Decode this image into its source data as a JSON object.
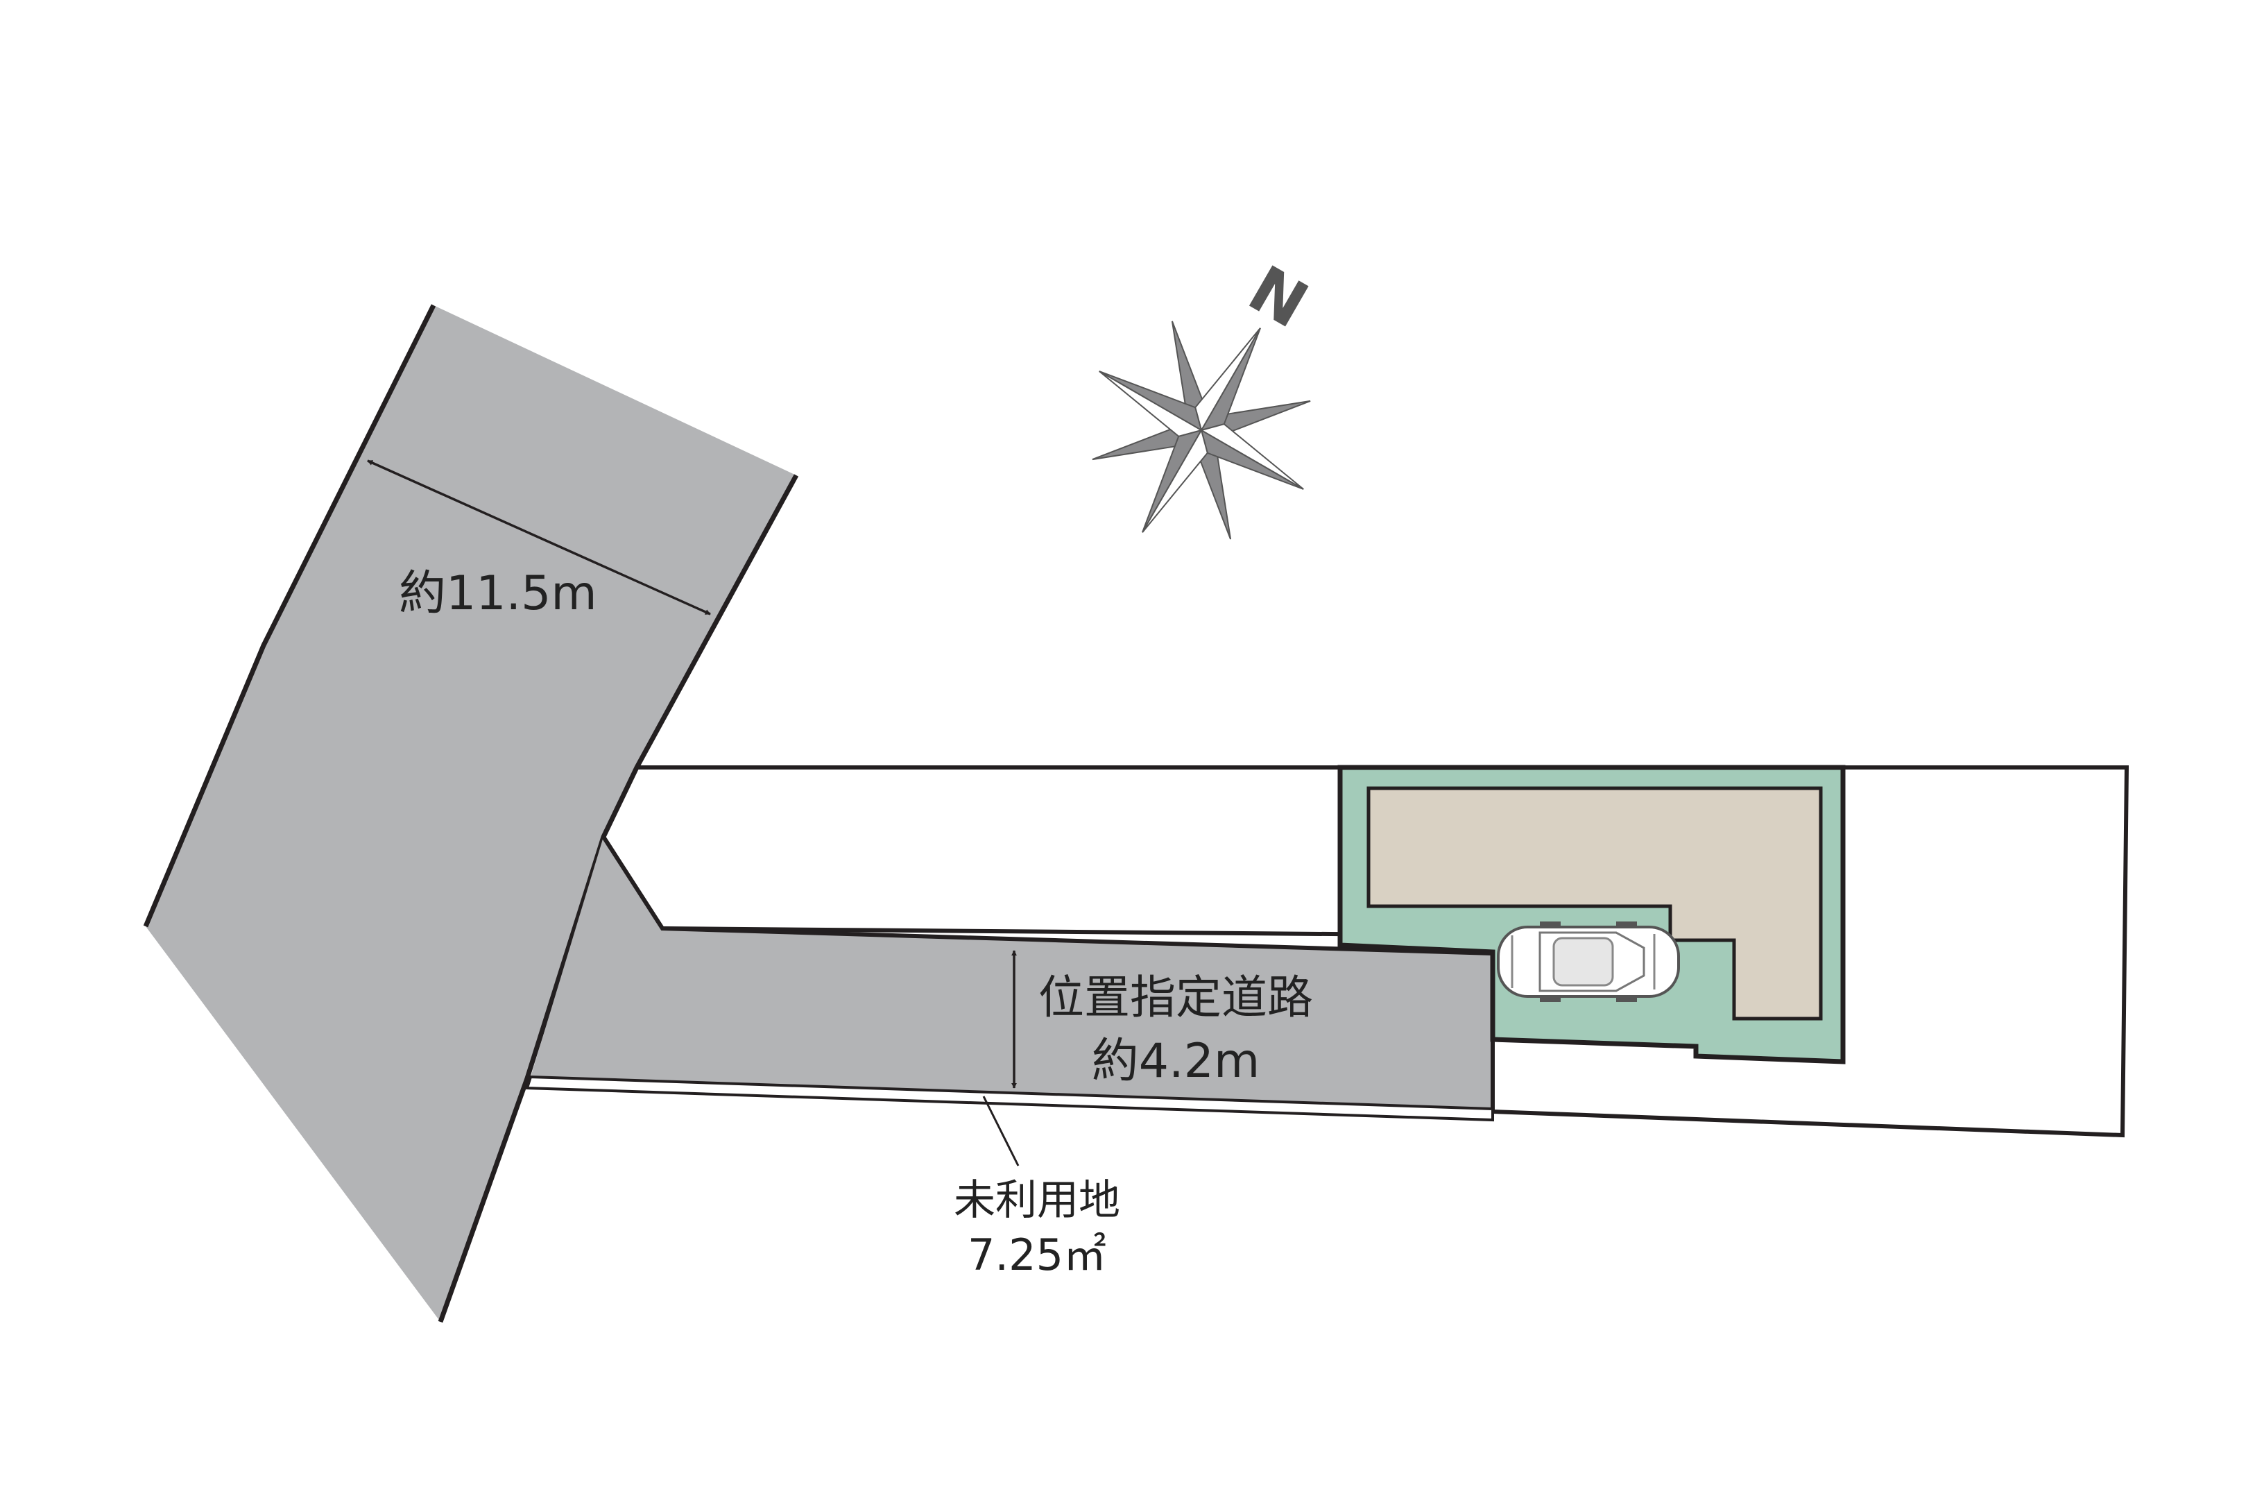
{
  "labels": {
    "main_road_width": "約11.5m",
    "private_road_name": "位置指定道路",
    "private_road_width": "約4.2m",
    "unused_land_name": "未利用地",
    "unused_land_area": "7.25㎡",
    "compass_north": "N"
  },
  "icons": {
    "compass": "compass-rose-icon",
    "car": "car-icon"
  },
  "colors": {
    "road_fill": "#b3b4b6",
    "outline": "#231f20",
    "site_fill": "#a3cbb9",
    "building_fill": "#d9d1c3",
    "compass_fill": "#8a8a8c",
    "background": "#ffffff"
  }
}
